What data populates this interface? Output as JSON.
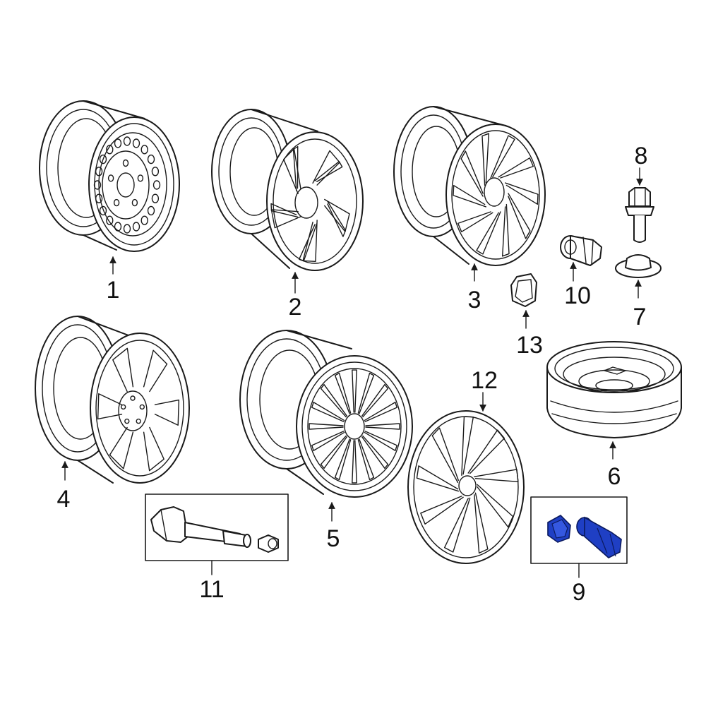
{
  "callouts": [
    {
      "id": "1",
      "label": "1"
    },
    {
      "id": "2",
      "label": "2"
    },
    {
      "id": "3",
      "label": "3"
    },
    {
      "id": "4",
      "label": "4"
    },
    {
      "id": "5",
      "label": "5"
    },
    {
      "id": "6",
      "label": "6"
    },
    {
      "id": "7",
      "label": "7"
    },
    {
      "id": "8",
      "label": "8"
    },
    {
      "id": "9",
      "label": "9"
    },
    {
      "id": "10",
      "label": "10"
    },
    {
      "id": "11",
      "label": "11"
    },
    {
      "id": "12",
      "label": "12"
    },
    {
      "id": "13",
      "label": "13"
    }
  ],
  "highlight_color": "#1f3fc4",
  "highlighted_part": "9"
}
